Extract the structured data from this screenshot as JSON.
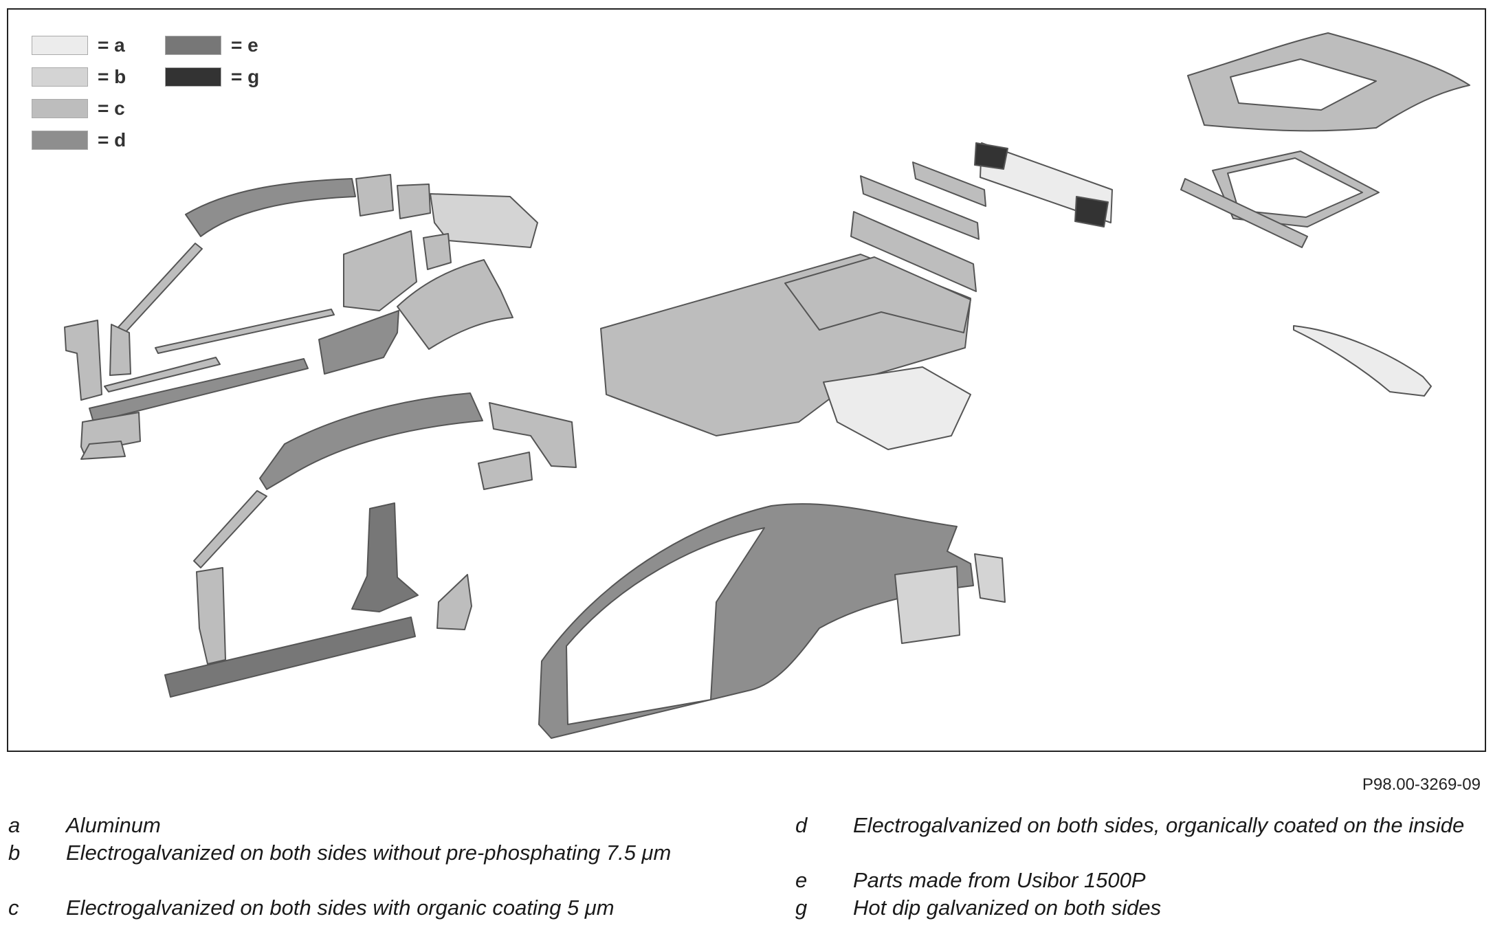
{
  "colors": {
    "a": "#ececec",
    "b": "#d4d4d4",
    "c": "#bdbdbd",
    "d": "#8e8e8e",
    "e": "#777777",
    "g": "#333333",
    "outline": "#555555"
  },
  "legend": [
    {
      "key": "a",
      "label": "= a"
    },
    {
      "key": "b",
      "label": "= b"
    },
    {
      "key": "c",
      "label": "= c"
    },
    {
      "key": "d",
      "label": "= d"
    },
    {
      "key": "e",
      "label": "= e"
    },
    {
      "key": "g",
      "label": "= g"
    }
  ],
  "figure_id": "P98.00-3269-09",
  "key": [
    {
      "letter": "a",
      "text": "Aluminum"
    },
    {
      "letter": "b",
      "text": "Electrogalvanized on both sides without pre-phosphating 7.5 μm"
    },
    {
      "letter": "c",
      "text": "Electrogalvanized on both sides with organic coating 5 μm"
    },
    {
      "letter": "d",
      "text": "Electrogalvanized on both sides, organically coated on the inside"
    },
    {
      "letter": "e",
      "text": "Parts made from Usibor 1500P"
    },
    {
      "letter": "g",
      "text": "Hot dip galvanized on both sides"
    }
  ]
}
